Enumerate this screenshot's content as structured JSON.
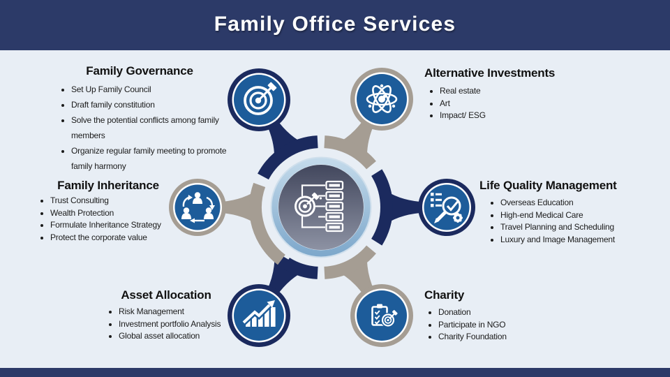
{
  "header": {
    "title": "Family Office Services"
  },
  "palette": {
    "header_navy": "#2c3a68",
    "background": "#e8eef5",
    "navy": "#1b2a5e",
    "taupe": "#a59d93",
    "circle_blue": "#1d5c9a",
    "icon_white": "#ffffff",
    "text_dark": "#1a1a1a"
  },
  "center": {
    "icon": "target-checklist-icon"
  },
  "sections": [
    {
      "id": "family-governance",
      "title": "Family Governance",
      "icon": "target-icon",
      "ring": "navy",
      "items": [
        "Set Up Family Council",
        "Draft family constitution",
        "Solve the potential conflicts among family members",
        "Organize regular family meeting to promote family harmony"
      ]
    },
    {
      "id": "alternative-investments",
      "title": "Alternative Investments",
      "icon": "atom-icon",
      "ring": "taupe",
      "items": [
        "Real estate",
        "Art",
        "Impact/ ESG"
      ]
    },
    {
      "id": "family-inheritance",
      "title": "Family Inheritance",
      "icon": "people-succession-icon",
      "ring": "taupe",
      "items": [
        "Trust Consulting",
        "Wealth Protection",
        "Formulate Inheritance Strategy",
        "Protect the corporate value"
      ]
    },
    {
      "id": "life-quality-management",
      "title": "Life Quality Management",
      "icon": "magnifier-checklist-icon",
      "ring": "navy",
      "items": [
        "Overseas Education",
        "High-end Medical Care",
        "Travel Planning and Scheduling",
        "Luxury and Image Management"
      ]
    },
    {
      "id": "asset-allocation",
      "title": "Asset Allocation",
      "icon": "growth-chart-icon",
      "ring": "navy",
      "items": [
        "Risk Management",
        "Investment portfolio Analysis",
        "Global asset allocation"
      ]
    },
    {
      "id": "charity",
      "title": "Charity",
      "icon": "clipboard-target-icon",
      "ring": "taupe",
      "items": [
        "Donation",
        "Participate in NGO",
        "Charity Foundation"
      ]
    }
  ]
}
